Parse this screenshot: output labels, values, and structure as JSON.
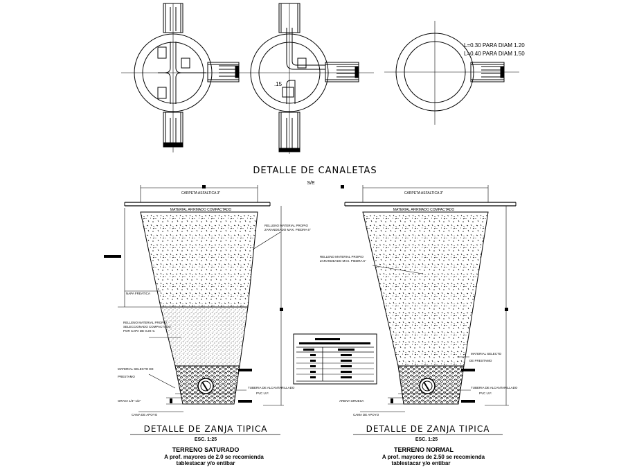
{
  "colors": {
    "ink": "#000000",
    "paper": "#ffffff"
  },
  "plan": {
    "title": "DETALLE DE CANALETAS",
    "scale": "S/E",
    "note_1": "L=0.30 PARA DIAM 1.20",
    "note_2": "L=0.40 PARA DIAM 1.50",
    "dim_label": ".15"
  },
  "left_section": {
    "title": "DETALLE  DE  ZANJA  TIPICA",
    "scale": "ESC. 1:25",
    "terrain": "TERRENO SATURADO",
    "note_1": "A prof. mayores de 2.0 se recomienda",
    "note_2": "tablestacar y/o entibar",
    "labels": {
      "carpeta": "CARPETA ASFALTICA 3\"",
      "material": "MATERIAL   AFIRMADO COMPACTADO",
      "relleno_1": "RELLENO MATERIAL PROPIO",
      "relleno_2": "ZARANDEADO MAX. PIEDRA 6\"",
      "napa": "NAPA FREATICA",
      "relleno_sel_1": "RELLENO MATERIAL PROPIO",
      "relleno_sel_2": "SELECCIONADO COMPACTADO",
      "relleno_sel_3": "POR CAPA DE 0.20 m.",
      "selecto_1": "MATERIAL SELECTO DE",
      "selecto_2": "PRESTAMO",
      "tuberia_1": "TUBERIA DE ALCANTARILLADO",
      "tuberia_2": "PVC U.F.",
      "grava": "GRAVA 1/4\"-1/2\"",
      "cama": "CAMA DE APOYO"
    }
  },
  "right_section": {
    "title": "DETALLE  DE  ZANJA  TIPICA",
    "scale": "ESC. 1:25",
    "terrain": "TERRENO NORMAL",
    "note_1": "A prof. mayores de 2.50 se recomienda",
    "note_2": "tablestacar y/o entibar",
    "labels": {
      "carpeta": "CARPETA ASFALTICA 3\"",
      "material": "MATERIAL   AFIRMADO COMPACTADO",
      "relleno_1": "RELLENO MATERIAL PROPIO",
      "relleno_2": "ZARANDEADO MAX. PIEDRA 6\"",
      "selecto_1": "MATERIAL SELECTO",
      "selecto_2": "DE PRESTAMO",
      "tuberia_1": "TUBERIA DE ALCANTARILLADO",
      "tuberia_2": "PVC U.F.",
      "arena": "ARENA GRUESA",
      "cama": "CAMA DE APOYO"
    }
  }
}
